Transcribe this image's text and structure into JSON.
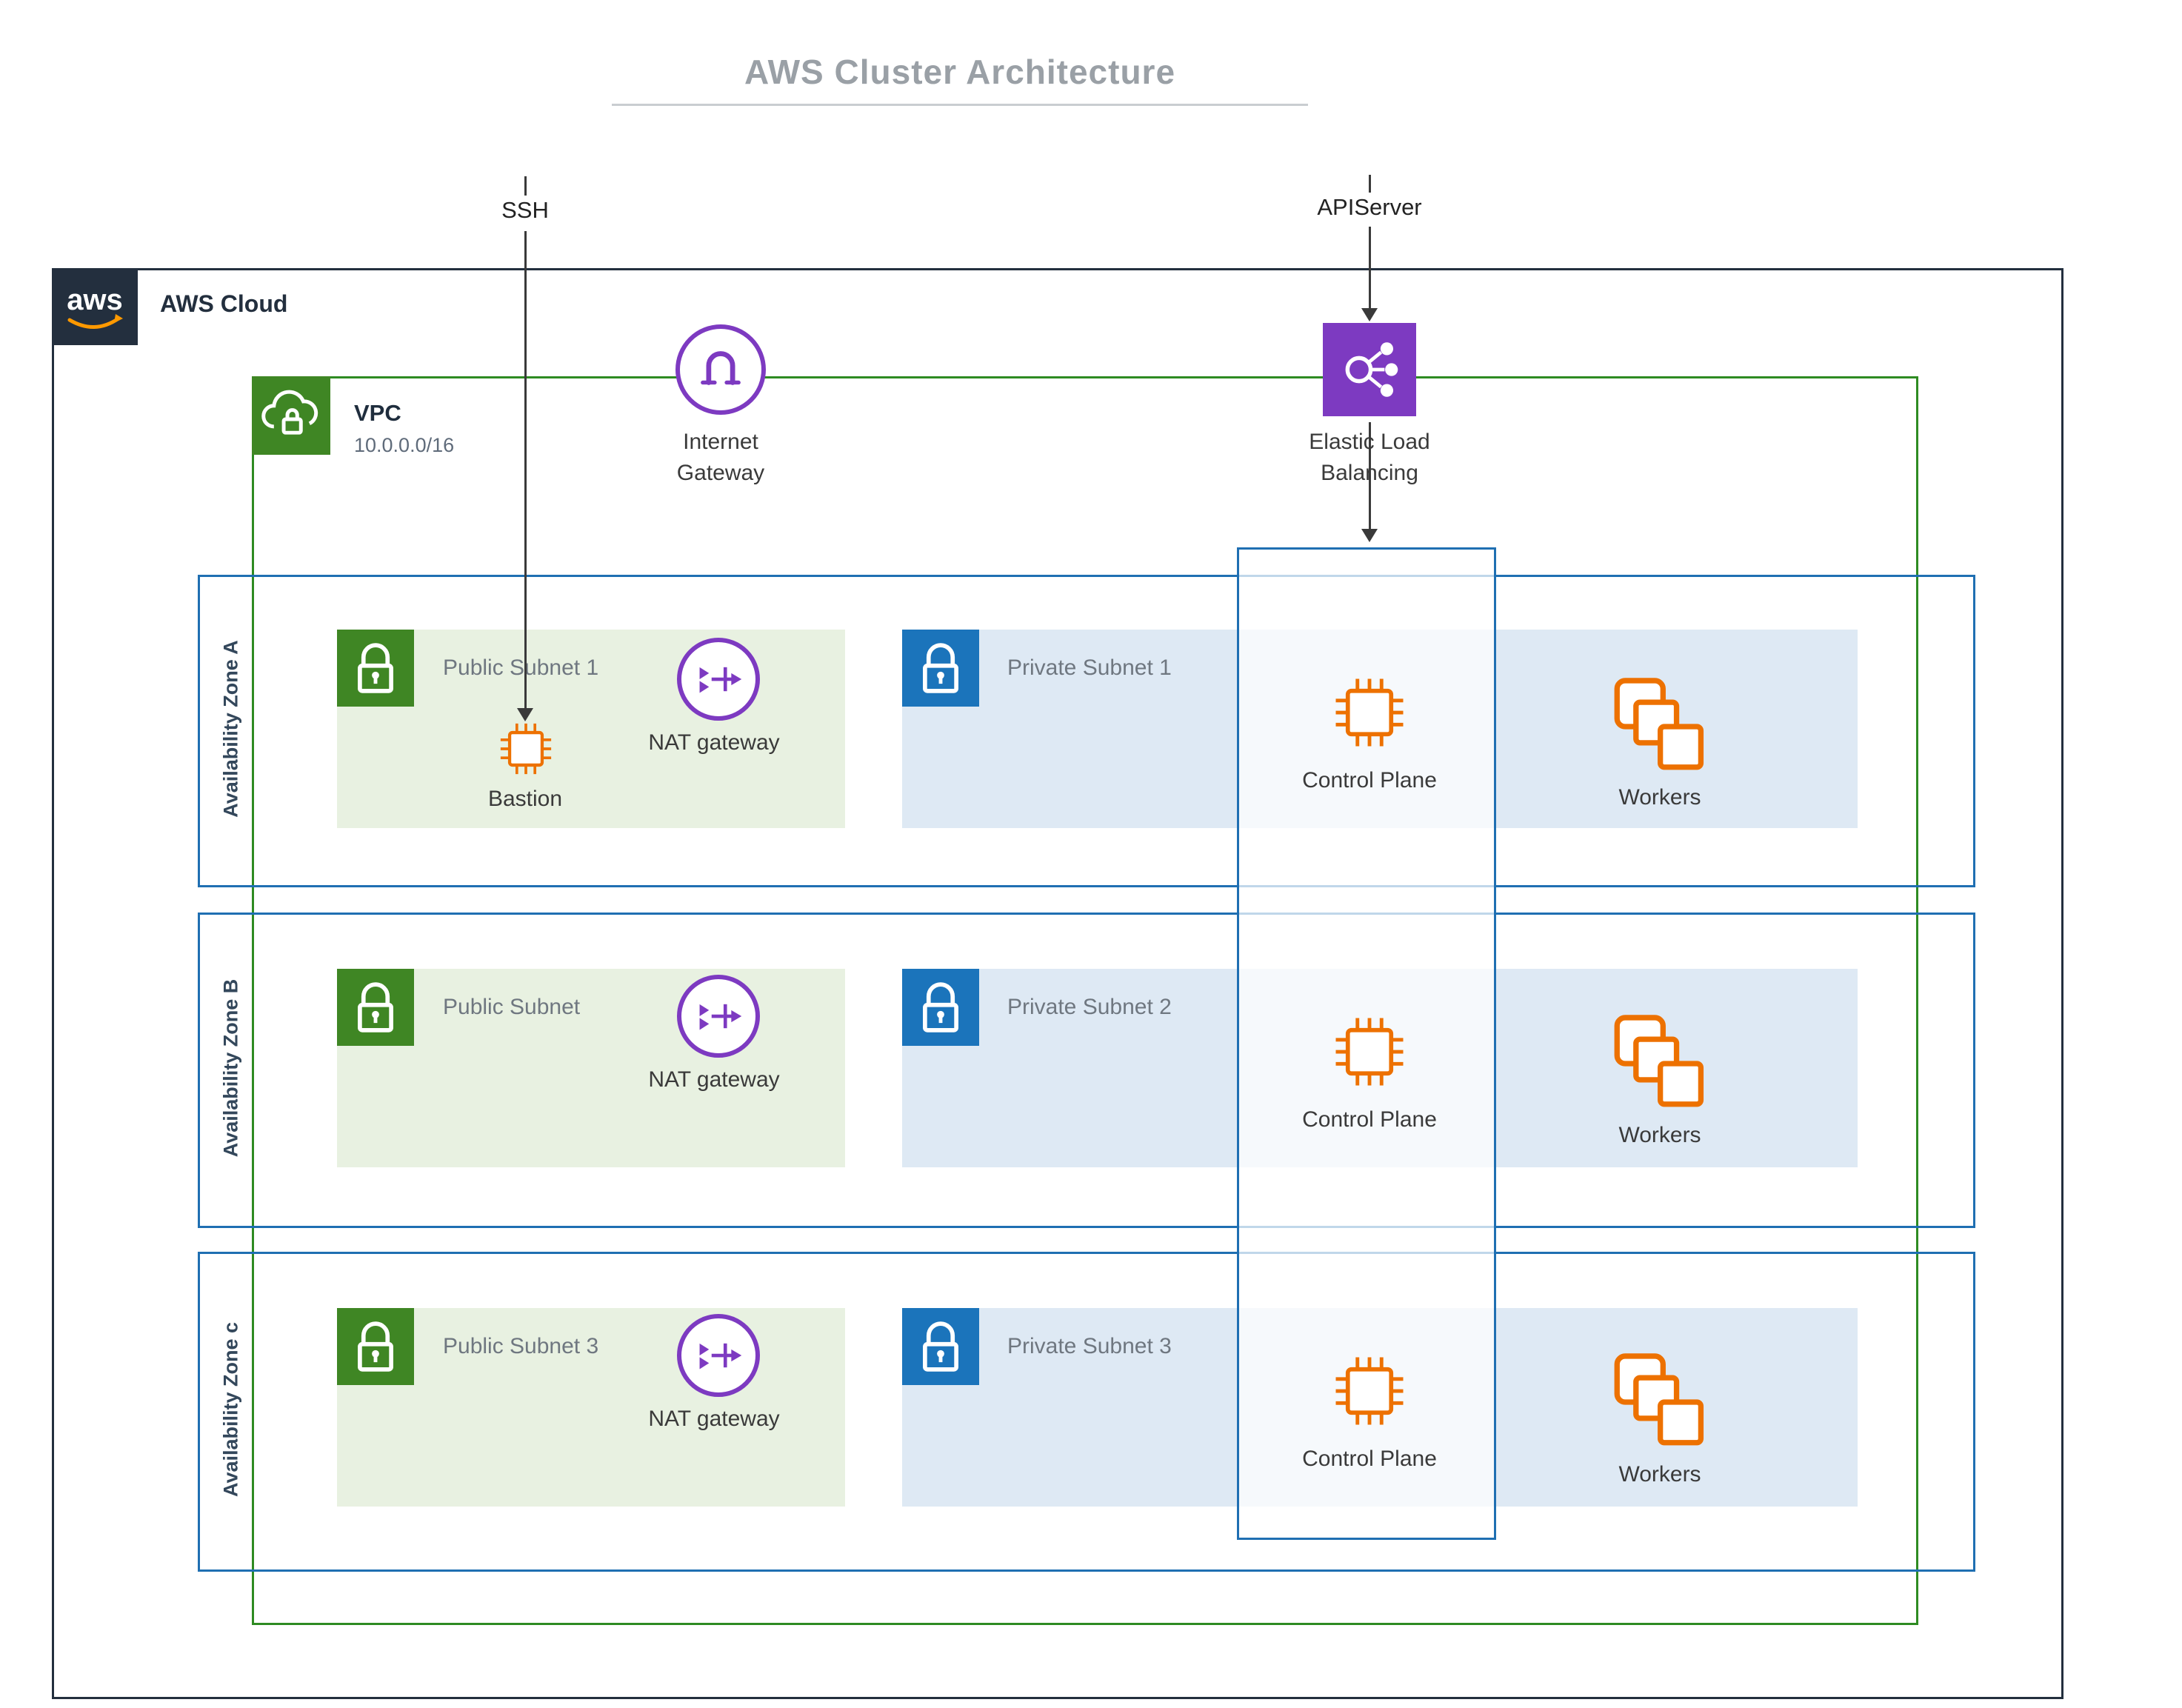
{
  "title": "AWS Cluster Architecture",
  "annotations": {
    "ssh": "SSH",
    "apiserver": "APIServer"
  },
  "cloud": {
    "logo": "aws",
    "label": "AWS Cloud"
  },
  "vpc": {
    "label": "VPC",
    "cidr": "10.0.0.0/16"
  },
  "internet_gateway": {
    "line1": "Internet",
    "line2": "Gateway"
  },
  "load_balancer": {
    "line1": "Elastic Load",
    "line2": "Balancing"
  },
  "zones": [
    {
      "label": "Availability Zone A",
      "public_subnet_label": "Public Subnet 1",
      "nat_label": "NAT gateway",
      "bastion_label": "Bastion",
      "private_subnet_label": "Private Subnet 1",
      "control_plane_label": "Control Plane",
      "workers_label": "Workers"
    },
    {
      "label": "Availability Zone B",
      "public_subnet_label": "Public Subnet",
      "nat_label": "NAT gateway",
      "private_subnet_label": "Private Subnet 2",
      "control_plane_label": "Control Plane",
      "workers_label": "Workers"
    },
    {
      "label": "Availability Zone c",
      "public_subnet_label": "Public Subnet 3",
      "nat_label": "NAT gateway",
      "private_subnet_label": "Private Subnet 3",
      "control_plane_label": "Control Plane",
      "workers_label": "Workers"
    }
  ],
  "colors": {
    "aws_dark": "#232F3E",
    "green": "#3F8624",
    "green_border": "#2E8B22",
    "green_fill": "#E8F1E1",
    "blue": "#1B74BB",
    "blue_border": "#1F6FB2",
    "blue_fill": "#DEE9F4",
    "purple": "#7D3AC1",
    "orange": "#ED7100",
    "orange_smile": "#FF9900",
    "title_gray": "#9AA0A6"
  }
}
